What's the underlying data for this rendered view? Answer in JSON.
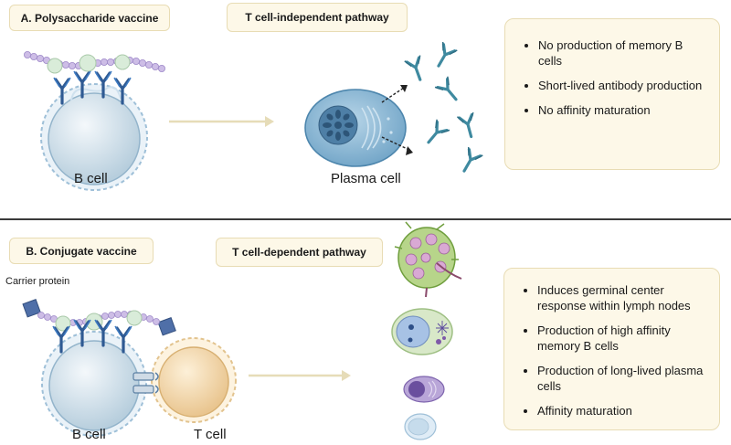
{
  "panel_a": {
    "title": "A. Polysaccharide vaccine",
    "pathway": "T cell-independent pathway",
    "b_cell_label": "B cell",
    "plasma_cell_label": "Plasma cell",
    "bullets": [
      "No production of memory B cells",
      "Short-lived antibody production",
      "No affinity maturation"
    ]
  },
  "panel_b": {
    "title": "B. Conjugate vaccine",
    "pathway": "T cell-dependent pathway",
    "carrier_label": "Carrier protein",
    "b_cell_label": "B cell",
    "t_cell_label": "T cell",
    "bullets": [
      "Induces germinal center response within lymph nodes",
      "Production of high affinity memory B cells",
      "Production of long-lived plasma cells",
      "Affinity maturation"
    ]
  }
}
